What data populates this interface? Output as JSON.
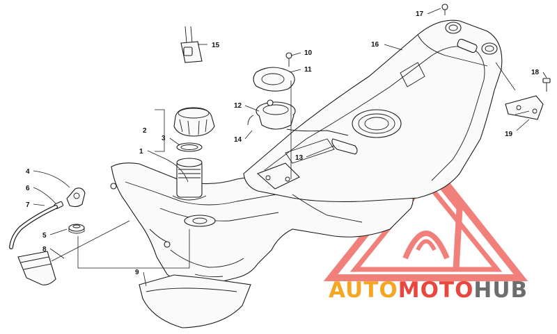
{
  "diagram": {
    "callouts": [
      {
        "id": "c1",
        "label": "1"
      },
      {
        "id": "c2",
        "label": "2"
      },
      {
        "id": "c3",
        "label": "3"
      },
      {
        "id": "c4",
        "label": "4"
      },
      {
        "id": "c5",
        "label": "5"
      },
      {
        "id": "c6",
        "label": "6"
      },
      {
        "id": "c7",
        "label": "7"
      },
      {
        "id": "c8",
        "label": "8"
      },
      {
        "id": "c9",
        "label": "9"
      },
      {
        "id": "c10",
        "label": "10"
      },
      {
        "id": "c11",
        "label": "11"
      },
      {
        "id": "c12",
        "label": "12"
      },
      {
        "id": "c13",
        "label": "13"
      },
      {
        "id": "c14",
        "label": "14"
      },
      {
        "id": "c15",
        "label": "15"
      },
      {
        "id": "c16",
        "label": "16"
      },
      {
        "id": "c17",
        "label": "17"
      },
      {
        "id": "c18",
        "label": "18"
      },
      {
        "id": "c19",
        "label": "19"
      }
    ]
  },
  "watermark": {
    "part1": "AUTO",
    "part2": "MOTO",
    "part3": "HUB",
    "colors": {
      "orange": "#f5a623",
      "red": "#e8473f",
      "gray": "#6d6d6d"
    }
  }
}
